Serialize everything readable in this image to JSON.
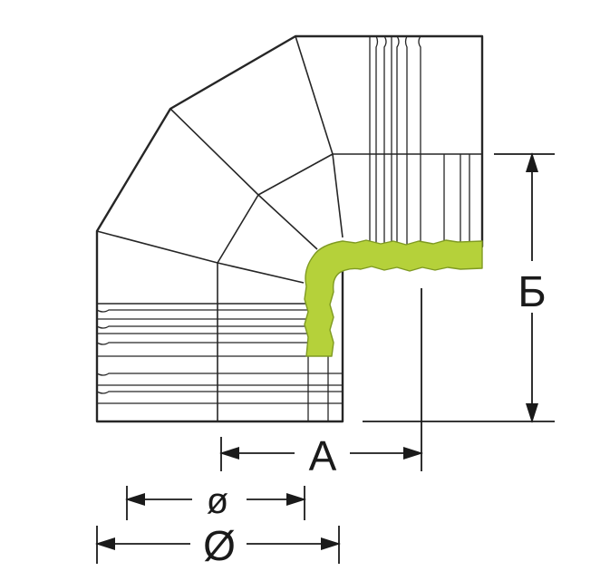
{
  "dimensions": {
    "height_label": "Б",
    "width_label": "A",
    "inner_diameter_label": "ø",
    "outer_diameter_label": "Ø"
  },
  "colors": {
    "insulation": "#b5d13a",
    "insulation_stroke": "#7f9a22",
    "line": "#262626",
    "background": "#ffffff"
  }
}
